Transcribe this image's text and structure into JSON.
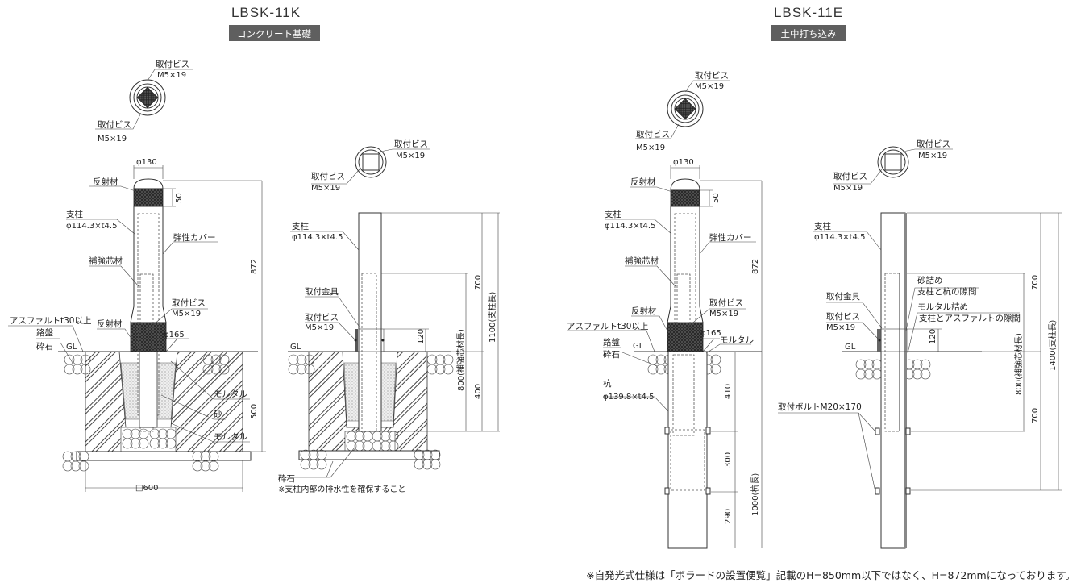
{
  "accent_badge_color": "#5f5f5f",
  "left": {
    "model": "LBSK-11K",
    "method": "コンクリート基礎",
    "top_view": {
      "screw_label": "取付ビス",
      "screw_spec": "M5×19"
    },
    "elevation": {
      "diameter_top": "φ130",
      "reflector": "反射材",
      "reflector_height": "50",
      "post_label": "支柱",
      "post_spec": "φ114.3×t4.5",
      "cover": "弾性カバー",
      "core": "補強芯材",
      "screw_label": "取付ビス",
      "screw_spec": "M5×19",
      "asphalt": "アスファルトt30以上",
      "reflector_lower": "反射材",
      "diameter_base": "φ165",
      "roadbed": "路盤",
      "gravel": "砕石",
      "gl": "GL",
      "height": "872",
      "depth": "500",
      "mortar_upper": "モルタル",
      "sand": "砂",
      "mortar_lower": "モルタル",
      "width": "□600"
    },
    "pipe_view": {
      "top_screw_label": "取付ビス",
      "top_screw_spec": "M5×19",
      "post_label": "支柱",
      "post_spec": "φ114.3×t4.5",
      "bracket": "取付金具",
      "screw_label": "取付ビス",
      "screw_spec": "M5×19",
      "gl": "GL",
      "dim_120": "120",
      "dim_700": "700",
      "dim_400": "400",
      "core_length": "800(補強芯材長)",
      "post_length": "1100(支柱長)",
      "gravel": "砕石",
      "drain_note": "※支柱内部の排水性を確保すること"
    }
  },
  "right": {
    "model": "LBSK-11E",
    "method": "土中打ち込み",
    "top_view": {
      "screw_label": "取付ビス",
      "screw_spec": "M5×19"
    },
    "elevation": {
      "diameter_top": "φ130",
      "reflector": "反射材",
      "reflector_height": "50",
      "post_label": "支柱",
      "post_spec": "φ114.3×t4.5",
      "cover": "弾性カバー",
      "core": "補強芯材",
      "screw_label": "取付ビス",
      "screw_spec": "M5×19",
      "reflector_lower": "反射材",
      "asphalt": "アスファルトt30以上",
      "diameter_base": "φ165",
      "mortar": "モルタル",
      "roadbed": "路盤",
      "gravel": "砕石",
      "gl": "GL",
      "pile_label": "杭",
      "pile_spec": "φ139.8×t4.5",
      "height": "872",
      "dim_410": "410",
      "dim_300": "300",
      "dim_290": "290",
      "pile_length": "1000(杭長)"
    },
    "pipe_view": {
      "top_screw_label": "取付ビス",
      "top_screw_spec": "M5×19",
      "post_label": "支柱",
      "post_spec": "φ114.3×t4.5",
      "sand_fill": "砂詰め",
      "sand_fill_desc": "支柱と杭の隙間",
      "mortar_fill": "モルタル詰め",
      "mortar_fill_desc": "支柱とアスファルトの隙間",
      "bracket": "取付金具",
      "screw_label": "取付ビス",
      "screw_spec": "M5×19",
      "gl": "GL",
      "dim_120": "120",
      "dim_700_upper": "700",
      "dim_700_lower": "700",
      "core_length": "800(補強芯材長)",
      "post_length": "1400(支柱長)",
      "bolt": "取付ボルトM20×170"
    }
  },
  "footnote": "※自発光式仕様は「ボラードの設置便覧」記載のH=850mm以下ではなく、H=872mmになっております。"
}
